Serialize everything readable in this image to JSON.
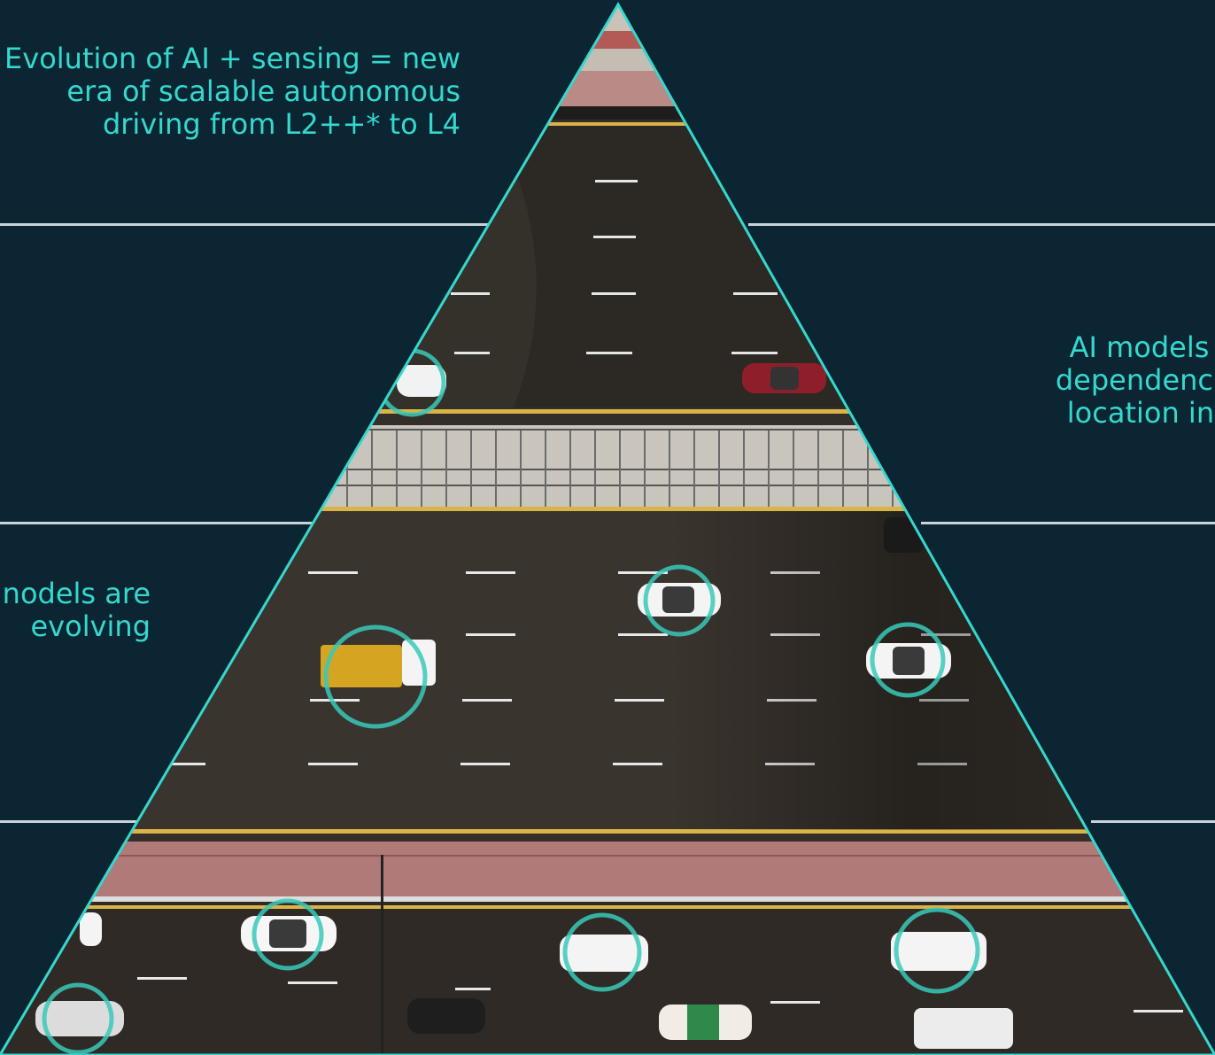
{
  "colors": {
    "background": "#0b2533",
    "accent": "#35d8cf",
    "divider": "#c9d4da",
    "road": "#2f2b27"
  },
  "labels": {
    "top_line1": "Evolution of AI + sensing = new",
    "top_line2": "era of scalable autonomous",
    "top_line3": "driving from L2++* to L4",
    "right_line1": "AI models req",
    "right_line2": "dependenc",
    "right_line3": "location intelli",
    "left_line1": "nodels are",
    "left_line2": "evolving"
  }
}
